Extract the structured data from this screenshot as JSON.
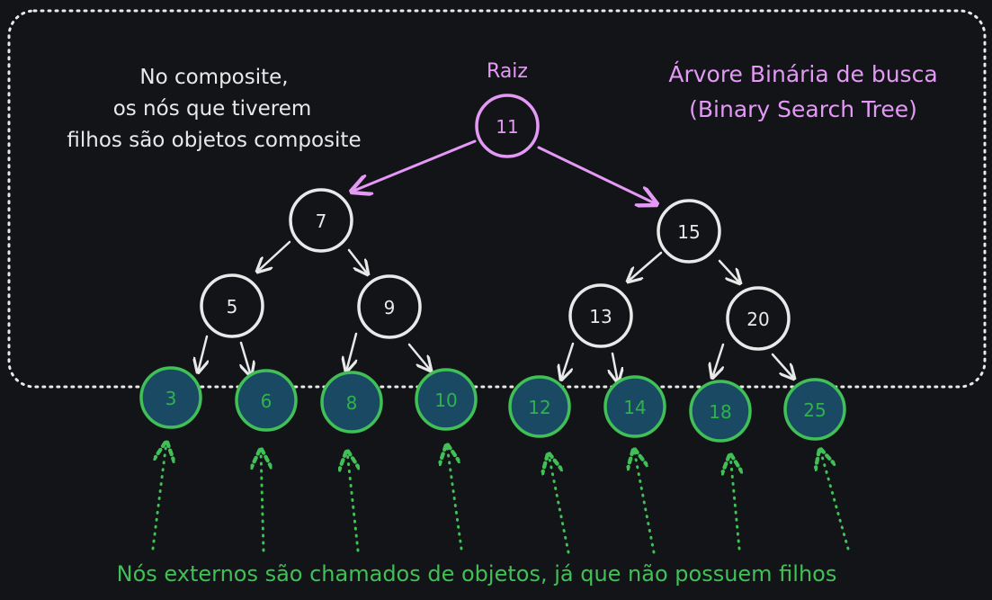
{
  "colors": {
    "background": "#121417",
    "white": "#e9e9e9",
    "violet": "#e599f7",
    "green": "#40c057",
    "leaf_fill": "#1a4a63",
    "leaf_text": "#2fb24a"
  },
  "labels": {
    "root": "Raiz",
    "title_line1": "Árvore Binária de busca",
    "title_line2": "(Binary Search Tree)",
    "note_line1": "No composite,",
    "note_line2": "os nós que tiverem",
    "note_line3": "filhos são objetos composite",
    "footer": "Nós externos são chamados de objetos, já que não possuem filhos"
  },
  "tree": {
    "root": "11",
    "level1": [
      "7",
      "15"
    ],
    "level2": [
      "5",
      "9",
      "13",
      "20"
    ],
    "leaves": [
      "3",
      "6",
      "8",
      "10",
      "12",
      "14",
      "18",
      "25"
    ]
  }
}
